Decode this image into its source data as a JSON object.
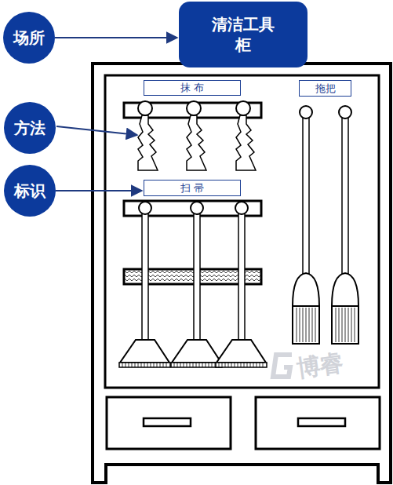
{
  "diagram": {
    "nodes": [
      {
        "text": [
          "场所"
        ]
      },
      {
        "text": [
          "清洁工具柜"
        ]
      },
      {
        "text": [
          "方法"
        ]
      },
      {
        "text": [
          "抹 布"
        ]
      },
      {
        "text": [
          "拖把"
        ]
      },
      {
        "text": [
          "标识"
        ]
      },
      {
        "text": [
          "扫 帚"
        ]
      }
    ],
    "edges": [
      {
        "from": 0,
        "to": 1,
        "arrow": "to"
      },
      {
        "from": 5,
        "to": 6,
        "arrow": "to"
      }
    ],
    "labels": [
      "博睿"
    ]
  }
}
